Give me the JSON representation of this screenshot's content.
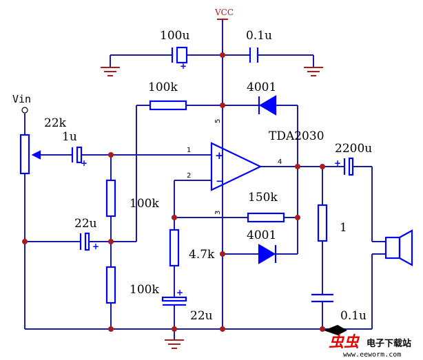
{
  "colors": {
    "wire": "#1a1aa6",
    "component": "#0000ff",
    "junction": "#aa1c1c",
    "power_label": "#aa1c1c",
    "text": "#000000",
    "logo_red": "#e60000"
  },
  "labels": {
    "vcc": "VCC",
    "vin": "Vin",
    "ic_name": "TDA2030",
    "c_100u": "100u",
    "c_0_1u_top": "0.1u",
    "r_100k_top": "100k",
    "d_4001_top": "4001",
    "r_22k": "22k",
    "c_1u": "1u",
    "c_2200u": "2200u",
    "r_100k_mid": "100k",
    "r_150k": "150k",
    "c_22u_left": "22u",
    "d_4001_bottom": "4001",
    "r_4_7k": "4.7k",
    "r_1": "1",
    "r_100k_bottom": "100k",
    "c_22u_bottom": "22u",
    "c_0_1u_bottom": "0.1u",
    "pin_1": "1",
    "pin_2": "2",
    "pin_3": "3",
    "pin_4": "4",
    "pin_5": "5",
    "plus_sign": "+",
    "minus_sign": "−",
    "cap_plus": "+"
  },
  "watermark": {
    "logo_glyphs": "虫虫",
    "site_name": "电子下载站",
    "url": "www.eeworm.com"
  },
  "icons": {
    "ground": "ground-icon",
    "speaker": "speaker-icon",
    "opamp": "opamp-icon",
    "diode": "diode-icon",
    "logo": "eeworm-logo-icon"
  }
}
